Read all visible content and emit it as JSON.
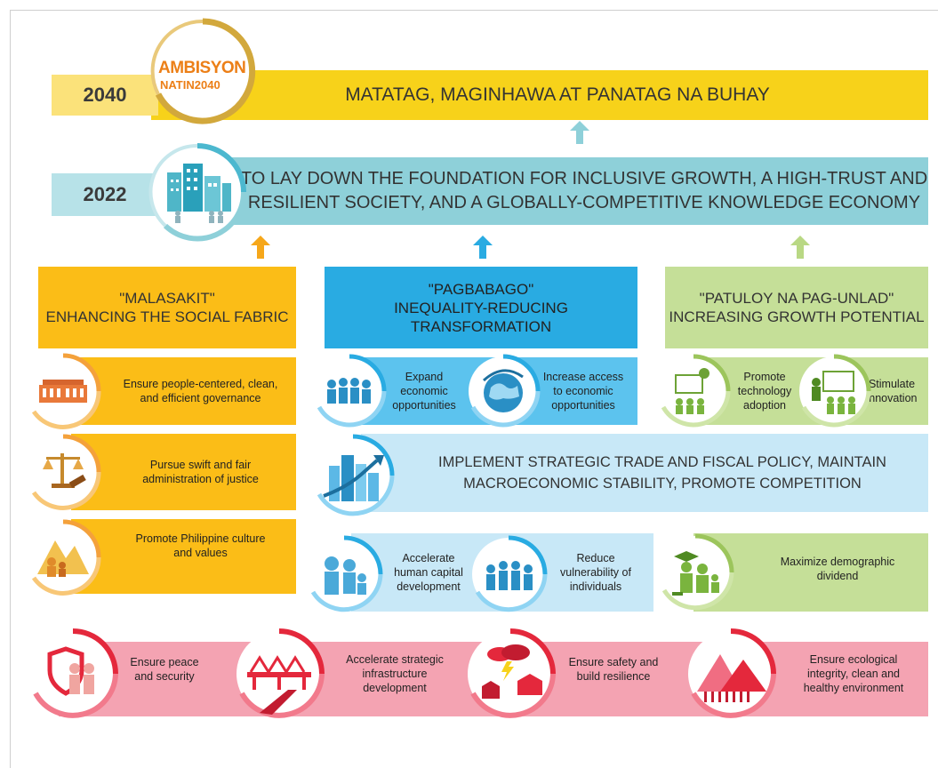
{
  "colors": {
    "gold": "#f7d21a",
    "teal": "#8ed0d9",
    "orange": "#fbbd17",
    "blue": "#29abe2",
    "lightblue": "#c8e8f7",
    "green": "#c5df98",
    "pink": "#f4a3b2",
    "red": "#e4283c"
  },
  "logo": {
    "line1": "AMBISYON",
    "line2": "NATIN2040"
  },
  "vision2040": {
    "year": "2040",
    "text": "MATATAG, MAGINHAWA AT PANATAG NA BUHAY"
  },
  "goal2022": {
    "year": "2022",
    "text": "TO LAY DOWN THE FOUNDATION FOR INCLUSIVE GROWTH, A HIGH-TRUST AND\nRESILIENT SOCIETY, AND A GLOBALLY-COMPETITIVE KNOWLEDGE ECONOMY"
  },
  "pillars": {
    "malasakit": "\"MALASAKIT\"\nENHANCING THE SOCIAL FABRIC",
    "pagbabago": "\"PAGBABAGO\"\nINEQUALITY-REDUCING\nTRANSFORMATION",
    "patuloy": "\"PATULOY NA PAG-UNLAD\"\nINCREASING GROWTH POTENTIAL"
  },
  "malasakit_items": [
    {
      "text": "Ensure people-centered, clean,\nand efficient governance",
      "icon": "government-building-icon"
    },
    {
      "text": "Pursue swift and fair\nadministration of justice",
      "icon": "justice-scale-icon"
    },
    {
      "text": "Promote Philippine culture\nand values",
      "icon": "culture-family-icon"
    }
  ],
  "pagbabago_items": [
    {
      "text": "Expand\neconomic\nopportunities",
      "icon": "people-group-icon"
    },
    {
      "text": "Increase access\nto economic\nopportunities",
      "icon": "globe-icon"
    }
  ],
  "patuloy_items": [
    {
      "text": "Promote\ntechnology\nadoption",
      "icon": "technology-icon"
    },
    {
      "text": "Stimulate\ninnovation",
      "icon": "innovation-presentation-icon"
    }
  ],
  "macro": {
    "text": "IMPLEMENT STRATEGIC TRADE AND FISCAL POLICY, MAINTAIN\nMACROECONOMIC STABILITY, PROMOTE COMPETITION",
    "icon": "city-growth-icon"
  },
  "human_items": [
    {
      "text": "Accelerate\nhuman capital\ndevelopment",
      "icon": "family-icon"
    },
    {
      "text": "Reduce\nvulnerability of\nindividuals",
      "icon": "individuals-icon"
    }
  ],
  "demographic": {
    "text": "Maximize demographic\ndividend",
    "icon": "graduate-family-icon"
  },
  "foundation_items": [
    {
      "text": "Ensure peace\nand security",
      "icon": "shield-people-icon"
    },
    {
      "text": "Accelerate strategic\ninfrastructure\ndevelopment",
      "icon": "bridge-icon"
    },
    {
      "text": "Ensure safety and\nbuild resilience",
      "icon": "storm-house-icon"
    },
    {
      "text": "Ensure ecological\nintegrity, clean and\nhealthy environment",
      "icon": "mountains-forest-icon"
    }
  ]
}
